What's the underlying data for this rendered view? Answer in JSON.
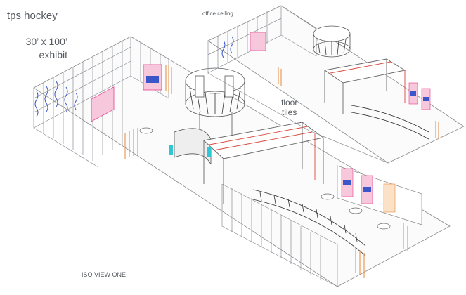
{
  "labels": {
    "brand": "tps hockey",
    "size_line1": "30’ x 100’",
    "size_line2": "exhibit",
    "ceiling": "office ceiling",
    "floor_line1": "floor",
    "floor_line2": "tiles",
    "view": "ISO VIEW ONE"
  },
  "colors": {
    "line": "#7a7e84",
    "panel": "#ffffff",
    "accent_red": "#d9483b",
    "accent_orange": "#e38a3c",
    "accent_blue": "#3a56c8",
    "accent_pink": "#e43e8c",
    "accent_cyan": "#2fc6d6"
  }
}
